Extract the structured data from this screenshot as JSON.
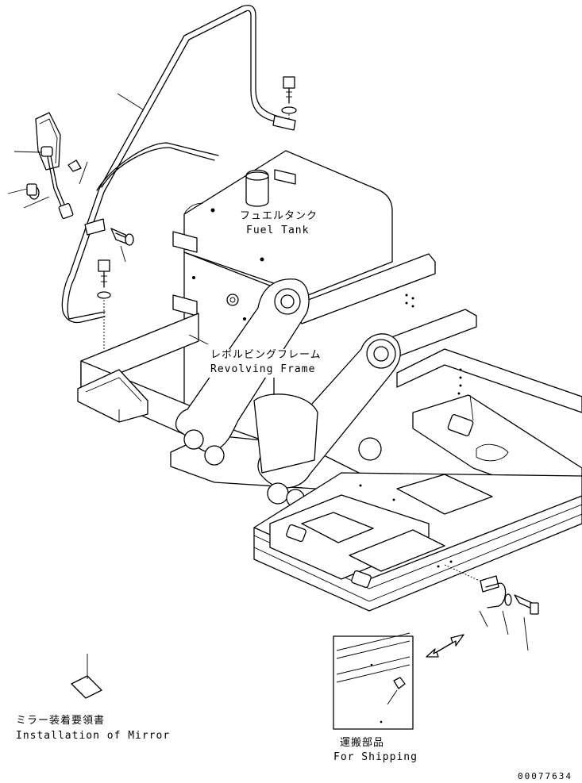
{
  "labels": {
    "fuel_tank_jp": "フュエルタンク",
    "fuel_tank_en": "Fuel Tank",
    "revolving_frame_jp": "レボルビングフレーム",
    "revolving_frame_en": "Revolving Frame",
    "mirror_jp": "ミラー装着要領書",
    "mirror_en": "Installation of Mirror",
    "shipping_jp": "運搬部品",
    "shipping_en": "For Shipping",
    "drawing_number": "00077634"
  }
}
